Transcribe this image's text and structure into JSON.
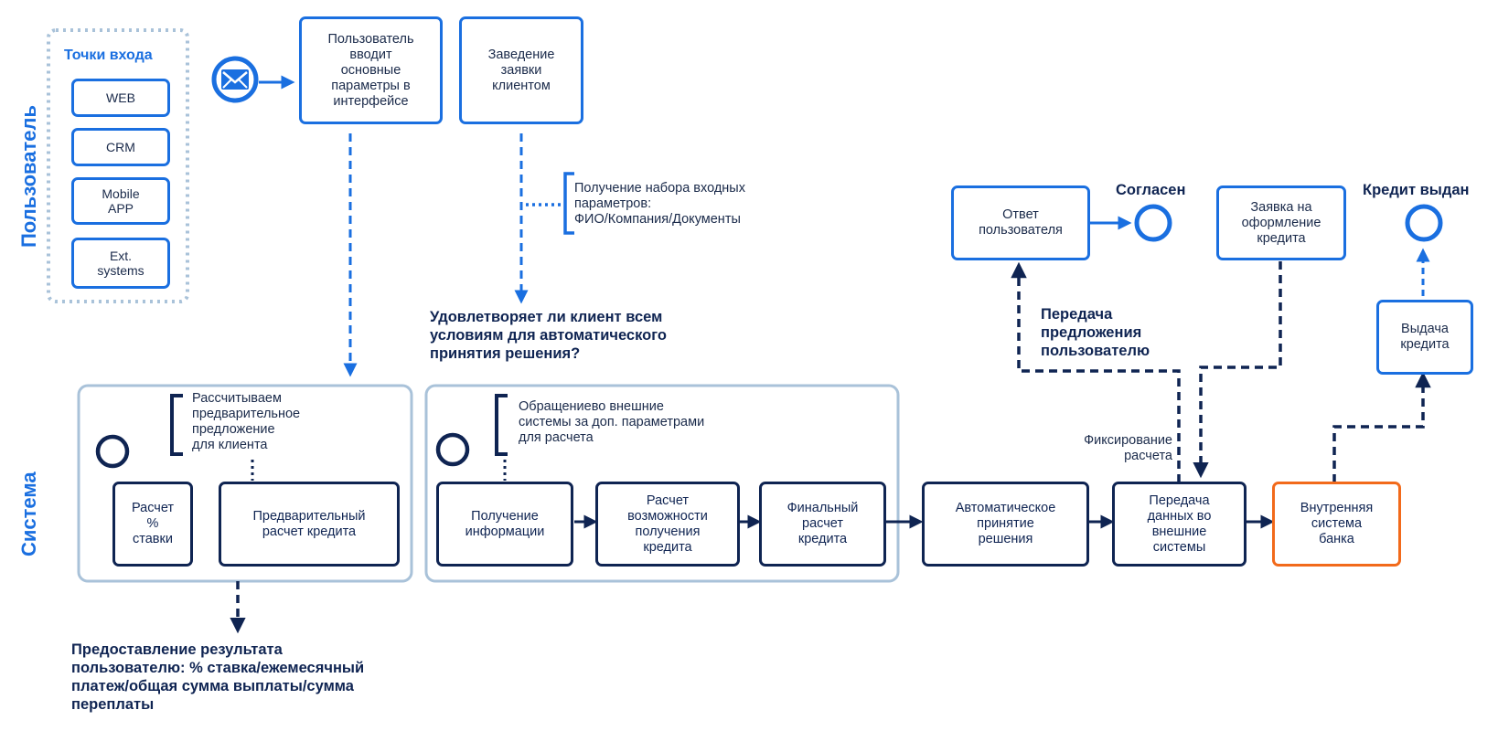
{
  "lanes": {
    "user": "Пользователь",
    "system": "Система"
  },
  "entry_points": {
    "title": "Точки входа",
    "items": [
      "WEB",
      "CRM",
      "Mobile\nAPP",
      "Ext.\nsystems"
    ]
  },
  "user_boxes": {
    "input_params": "Пользователь\nвводит\nосновные\nпараметры в\nинтерфейсе",
    "create_request": "Заведение\nзаявки\nклиентом",
    "user_response": "Ответ\nпользователя",
    "credit_request": "Заявка на\nоформление\nкредита",
    "credit_issue": "Выдача\nкредита"
  },
  "events": {
    "agreed": "Согласен",
    "credit_issued": "Кредит выдан"
  },
  "annotations": {
    "input_set": "Получение набора входных\nпараметров:\nФИО/Компания/Документы",
    "calc_offer": "Рассчитываем\nпредварительное\nпредложение\n для клиента",
    "external_call": "Обращениево внешние\nсистемы за доп. параметрами\nдля расчета",
    "fix_calc": "Фиксирование\nрасчета"
  },
  "questions": {
    "auto_decision": "Удовлетворяет ли клиент всем\nусловиям для автоматического\nпринятия решения?",
    "transfer_offer": "Передача\nпредложения\nпользователю",
    "result": "Предоставление результата\nпользователю: % ставка/ежемесячный\nплатеж/общая сумма выплаты/сумма\nпереплаты"
  },
  "system_boxes": {
    "rate_calc": "Расчет\n%\nставки",
    "pre_calc": "Предварительный\nрасчет кредита",
    "get_info": "Получение\nинформации",
    "possibility": "Расчет\nвозможности\nполучения\nкредита",
    "final_calc": "Финальный\nрасчет\nкредита",
    "auto_decision": "Автоматическое\nпринятие\nрешения",
    "transfer_data": "Передача\nданных во\nвнешние\nсистемы",
    "bank_system": "Внутренняя\nсистема\nбанка"
  },
  "colors": {
    "blue": "#1a6fe0",
    "navy": "#0f2452",
    "orange": "#f26a1b",
    "group": "#a9c2d9",
    "dots": "#a9c2d9"
  },
  "icons": {
    "message": "envelope-icon"
  }
}
